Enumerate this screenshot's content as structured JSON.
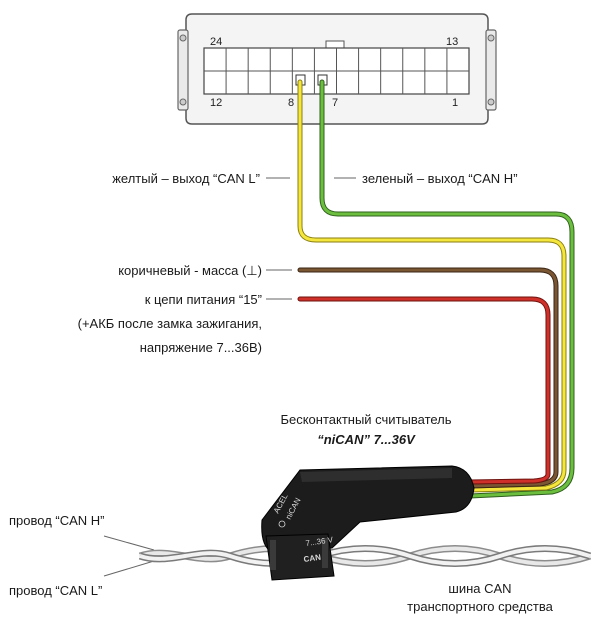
{
  "connector": {
    "pins": {
      "top_left": "24",
      "top_right": "13",
      "bottom_left": "12",
      "bottom_right": "1",
      "pin8": "8",
      "pin7": "7"
    }
  },
  "labels": {
    "yellow": "желтый – выход “CAN L”",
    "green": "зеленый – выход “CAN H”",
    "brown": "коричневый - масса (⊥)",
    "power_line1": "к цепи питания “15”",
    "power_line2": "(+АКБ после замка зажигания,",
    "power_line3": "напряжение 7...36В)",
    "reader_line1": "Бесконтактный считыватель",
    "reader_line2": "“niCAN” 7...36V",
    "wire_h": "провод “CAN H”",
    "wire_l": "провод “CAN L”",
    "bus_line1": "шина CAN",
    "bus_line2": "транспортного средства"
  },
  "device_print": {
    "brand": "ACEL",
    "model": "niCAN",
    "clip_voltage": "7...36 V",
    "clip_can": "CAN"
  },
  "colors": {
    "yellow_wire": "#f2e33a",
    "green_wire": "#5aa632",
    "brown_wire": "#6b4a2b",
    "red_wire": "#c8261f",
    "device_body": "#1c1c1c"
  }
}
